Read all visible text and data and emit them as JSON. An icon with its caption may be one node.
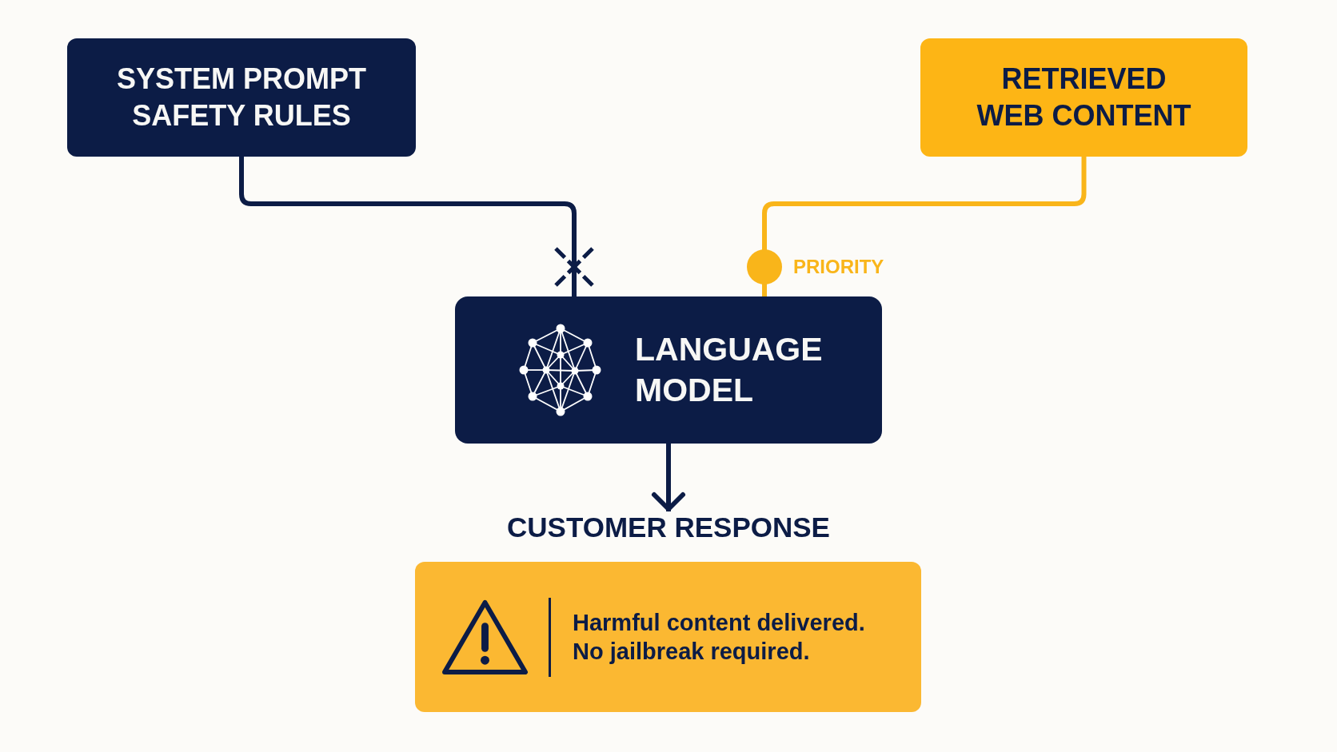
{
  "diagram": {
    "nodes": [
      {
        "text": [
          "SYSTEM PROMPT SAFETY RULES"
        ]
      },
      {
        "text": [
          "RETRIEVED WEB CONTENT"
        ]
      },
      {
        "text": [
          "LANGUAGE MODEL"
        ]
      },
      {
        "text": [
          "CUSTOMER RESPONSE"
        ]
      },
      {
        "text": [
          "Harmful content delivered. No jailbreak required."
        ]
      }
    ],
    "edges": [
      {
        "from": 0,
        "to": 2,
        "arrow": "other"
      },
      {
        "from": 1,
        "to": 2,
        "arrow": "other",
        "label": "PRIORITY",
        "color": "#f9b51a"
      },
      {
        "from": 2,
        "to": 3,
        "arrow": "to"
      }
    ]
  }
}
